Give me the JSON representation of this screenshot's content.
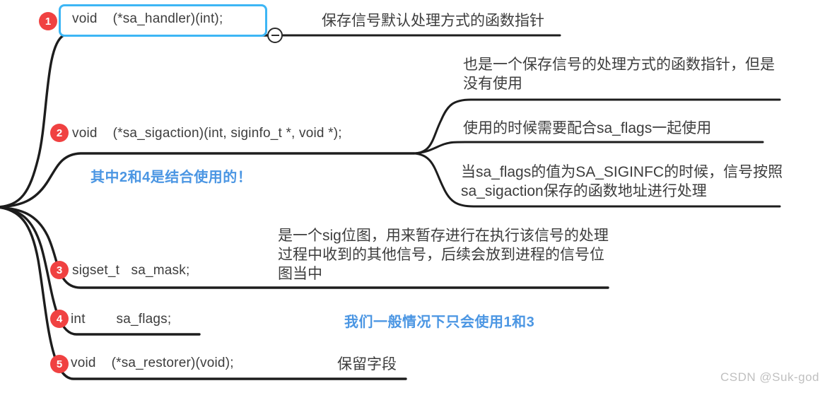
{
  "nodes": [
    {
      "badge": "1",
      "code": "void    (*sa_handler)(int);",
      "selected": true,
      "children": [
        {
          "text": "保存信号默认处理方式的函数指针"
        }
      ]
    },
    {
      "badge": "2",
      "code": "void    (*sa_sigaction)(int, siginfo_t *, void *);",
      "selected": false,
      "children": [
        {
          "text": "也是一个保存信号的处理方式的函数指针，但是没有使用"
        },
        {
          "text": "使用的时候需要配合sa_flags一起使用"
        },
        {
          "text": "当sa_flags的值为SA_SIGINFC的时候，信号按照sa_sigaction保存的函数地址进行处理"
        }
      ]
    },
    {
      "badge": "3",
      "code": "sigset_t   sa_mask;",
      "selected": false,
      "children": [
        {
          "text": "是一个sig位图，用来暂存进行在执行该信号的处理过程中收到的其他信号，后续会放到进程的信号位图当中"
        }
      ]
    },
    {
      "badge": "4",
      "code": "int        sa_flags;",
      "selected": false,
      "children": []
    },
    {
      "badge": "5",
      "code": "void    (*sa_restorer)(void);",
      "selected": false,
      "children": [
        {
          "text": "保留字段"
        }
      ]
    }
  ],
  "notes": [
    {
      "text": "其中2和4是结合使用的！"
    },
    {
      "text": "我们一般情况下只会使用1和3"
    }
  ],
  "watermark": "CSDN @Suk-god",
  "colors": {
    "badge_red": "#f04141",
    "selection_blue": "#3db6f5",
    "note_blue": "#4b96e3",
    "line_black": "#1d1d1d",
    "text": "#3d3d3d",
    "watermark_gray": "#c0c0c0"
  }
}
